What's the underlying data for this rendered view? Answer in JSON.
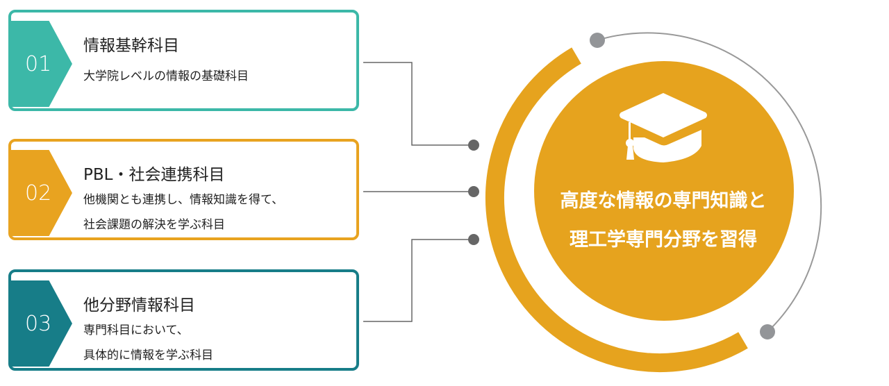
{
  "items": [
    {
      "number": "01",
      "title": "情報基幹科目",
      "desc_lines": [
        "大学院レベルの情報の基礎科目"
      ],
      "color": "#3cb8a8"
    },
    {
      "number": "02",
      "title": "PBL・社会連携科目",
      "desc_lines": [
        "他機関とも連携し、情報知識を得て、",
        "社会課題の解決を学ぶ科目"
      ],
      "color": "#e8a320"
    },
    {
      "number": "03",
      "title": "他分野情報科目",
      "desc_lines": [
        "専門科目において、",
        "具体的に情報を学ぶ科目"
      ],
      "color": "#177d88"
    }
  ],
  "goal": {
    "lines": [
      "高度な情報の専門知識と",
      "理工学専門分野を習得"
    ],
    "icon": "graduation-cap-icon",
    "color": "#e6a31e"
  }
}
